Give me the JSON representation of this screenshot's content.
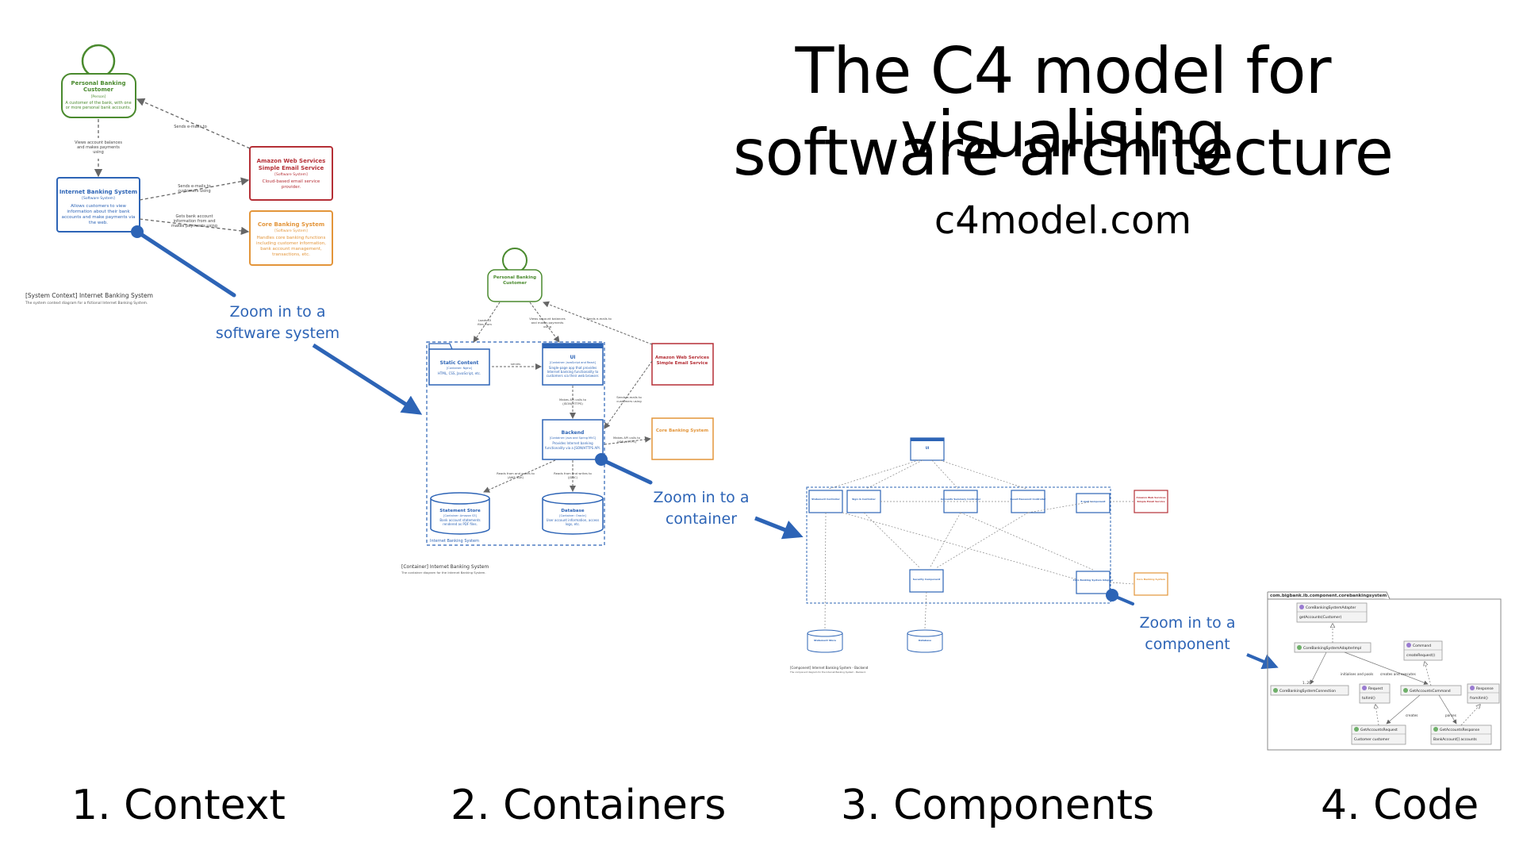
{
  "header": {
    "title_line1": "The C4 model for visualising",
    "title_line2": "software architecture",
    "site": "c4model.com"
  },
  "levels": [
    "1. Context",
    "2. Containers",
    "3. Components",
    "4. Code"
  ],
  "zoom_labels": {
    "software_system": [
      "Zoom in to a",
      "software system"
    ],
    "container": [
      "Zoom in to a",
      "container"
    ],
    "component": [
      "Zoom in to a",
      "component"
    ]
  },
  "context": {
    "person": {
      "name": [
        "Personal Banking",
        "Customer"
      ],
      "tag": "[Person]",
      "desc": [
        "A customer of the bank, with one",
        "or more personal bank accounts."
      ]
    },
    "ibs": {
      "name": "Internet Banking System",
      "tag": "[Software System]",
      "desc": [
        "Allows customers to view",
        "information about their bank",
        "accounts and make payments via",
        "the web."
      ]
    },
    "aws": {
      "name": [
        "Amazon Web Services",
        "Simple Email Service"
      ],
      "tag": "[Software System]",
      "desc": [
        "Cloud-based email service",
        "provider."
      ]
    },
    "core": {
      "name": "Core Banking System",
      "tag": "[Software System]",
      "desc": [
        "Handles core banking functions",
        "including customer information,",
        "bank account management,",
        "transactions, etc."
      ]
    },
    "rels": {
      "views": [
        "Views account balances",
        "and makes payments",
        "using"
      ],
      "sends_email": "Sends e-mails to",
      "sends_using": [
        "Sends e-mails to",
        "customers using"
      ],
      "gets": [
        "Gets bank account",
        "information from and",
        "makes payments using"
      ]
    },
    "caption": "[System Context] Internet Banking System",
    "subcaption": "The system context diagram for a fictional Internet Banking System."
  },
  "containers": {
    "person": [
      "Personal Banking",
      "Customer"
    ],
    "static": {
      "name": "Static Content",
      "tag": "[Container: Nginx]",
      "desc": "HTML, CSS, JavaScript, etc."
    },
    "ui": {
      "name": "UI",
      "tag": "[Container: JavaScript and React]",
      "desc": [
        "Single-page app that provides",
        "Internet banking functionality to",
        "customers via their web browser."
      ]
    },
    "backend": {
      "name": "Backend",
      "tag": "[Container: Java and Spring MVC]",
      "desc": [
        "Provides Internet banking",
        "functionality via a JSON/HTTPS API."
      ]
    },
    "store": {
      "name": "Statement Store",
      "tag": "[Container: Amazon S3]",
      "desc": [
        "Bank account statements",
        "rendered as PDF files."
      ]
    },
    "db": {
      "name": "Database",
      "tag": "[Container: Oracle]",
      "desc": [
        "User account information, access",
        "logs, etc."
      ]
    },
    "aws": [
      "Amazon Web Services",
      "Simple Email Service"
    ],
    "core": "Core Banking System",
    "rels": {
      "loads": [
        "Loads UI",
        "files from"
      ],
      "views": [
        "Views account balances",
        "and makes payments",
        "using"
      ],
      "sends": "Sends e-mails to",
      "api": [
        "Makes API calls to",
        "(JSON/HTTPS)"
      ],
      "sends_using": [
        "Sends e-mails to",
        "customers using"
      ],
      "reads_store": [
        "Reads from and writes to",
        "(AWS SDK)"
      ],
      "reads_db": [
        "Reads from and writes to",
        "(JDBC)"
      ],
      "api_core": [
        "Makes API calls to",
        "(XML/HTTPS)"
      ],
      "serves": "serves"
    },
    "boundary": "Internet Banking System",
    "caption": "[Container] Internet Banking System",
    "subcaption": "The container diagram for the Internet Banking System."
  },
  "components": {
    "ui": "UI",
    "ctrls": [
      "Statement Controller",
      "Sign In Controller",
      "Accounts Summary Controller",
      "Reset Password Controller",
      "E-mail Component"
    ],
    "security": "Security Component",
    "facade": "Core Banking System Adapter",
    "aws": [
      "Amazon Web Services",
      "Simple Email Service"
    ],
    "core": "Core Banking System",
    "store": "Statement Store",
    "db": "Database",
    "caption": "[Component] Internet Banking System - Backend",
    "subcaption": "The component diagram for the Internet Banking System - Backend."
  },
  "code": {
    "package": "com.bigbank.ib.component.corebankingsystem",
    "classes": {
      "adapter": {
        "name": "CoreBankingSystemAdapter",
        "method": "getAccounts(Customer)"
      },
      "impl": {
        "name": "CoreBankingSystemAdapterImpl"
      },
      "command": {
        "name": "Command",
        "method": "createRequest()"
      },
      "connection": {
        "name": "CoreBankingSystemConnection"
      },
      "request": {
        "name": "Request",
        "method": "toXml()"
      },
      "get_cmd": {
        "name": "GetAccountsCommand"
      },
      "response": {
        "name": "Response",
        "method": "fromXml()"
      },
      "get_req": {
        "name": "GetAccountsRequest",
        "field": "Customer customer"
      },
      "get_resp": {
        "name": "GetAccountsResponse",
        "field": "BankAccount[] accounts"
      }
    },
    "rels": {
      "initialises": "initialises and pools",
      "multiplicity": "1..20",
      "creates_exec": "creates and executes",
      "creates": "creates",
      "parses": "parses"
    }
  },
  "colors": {
    "person": "#4a8a2e",
    "ibs": "#2d64b6",
    "aws": "#b52f36",
    "core": "#e3953a",
    "zoom": "#2d64b6"
  }
}
